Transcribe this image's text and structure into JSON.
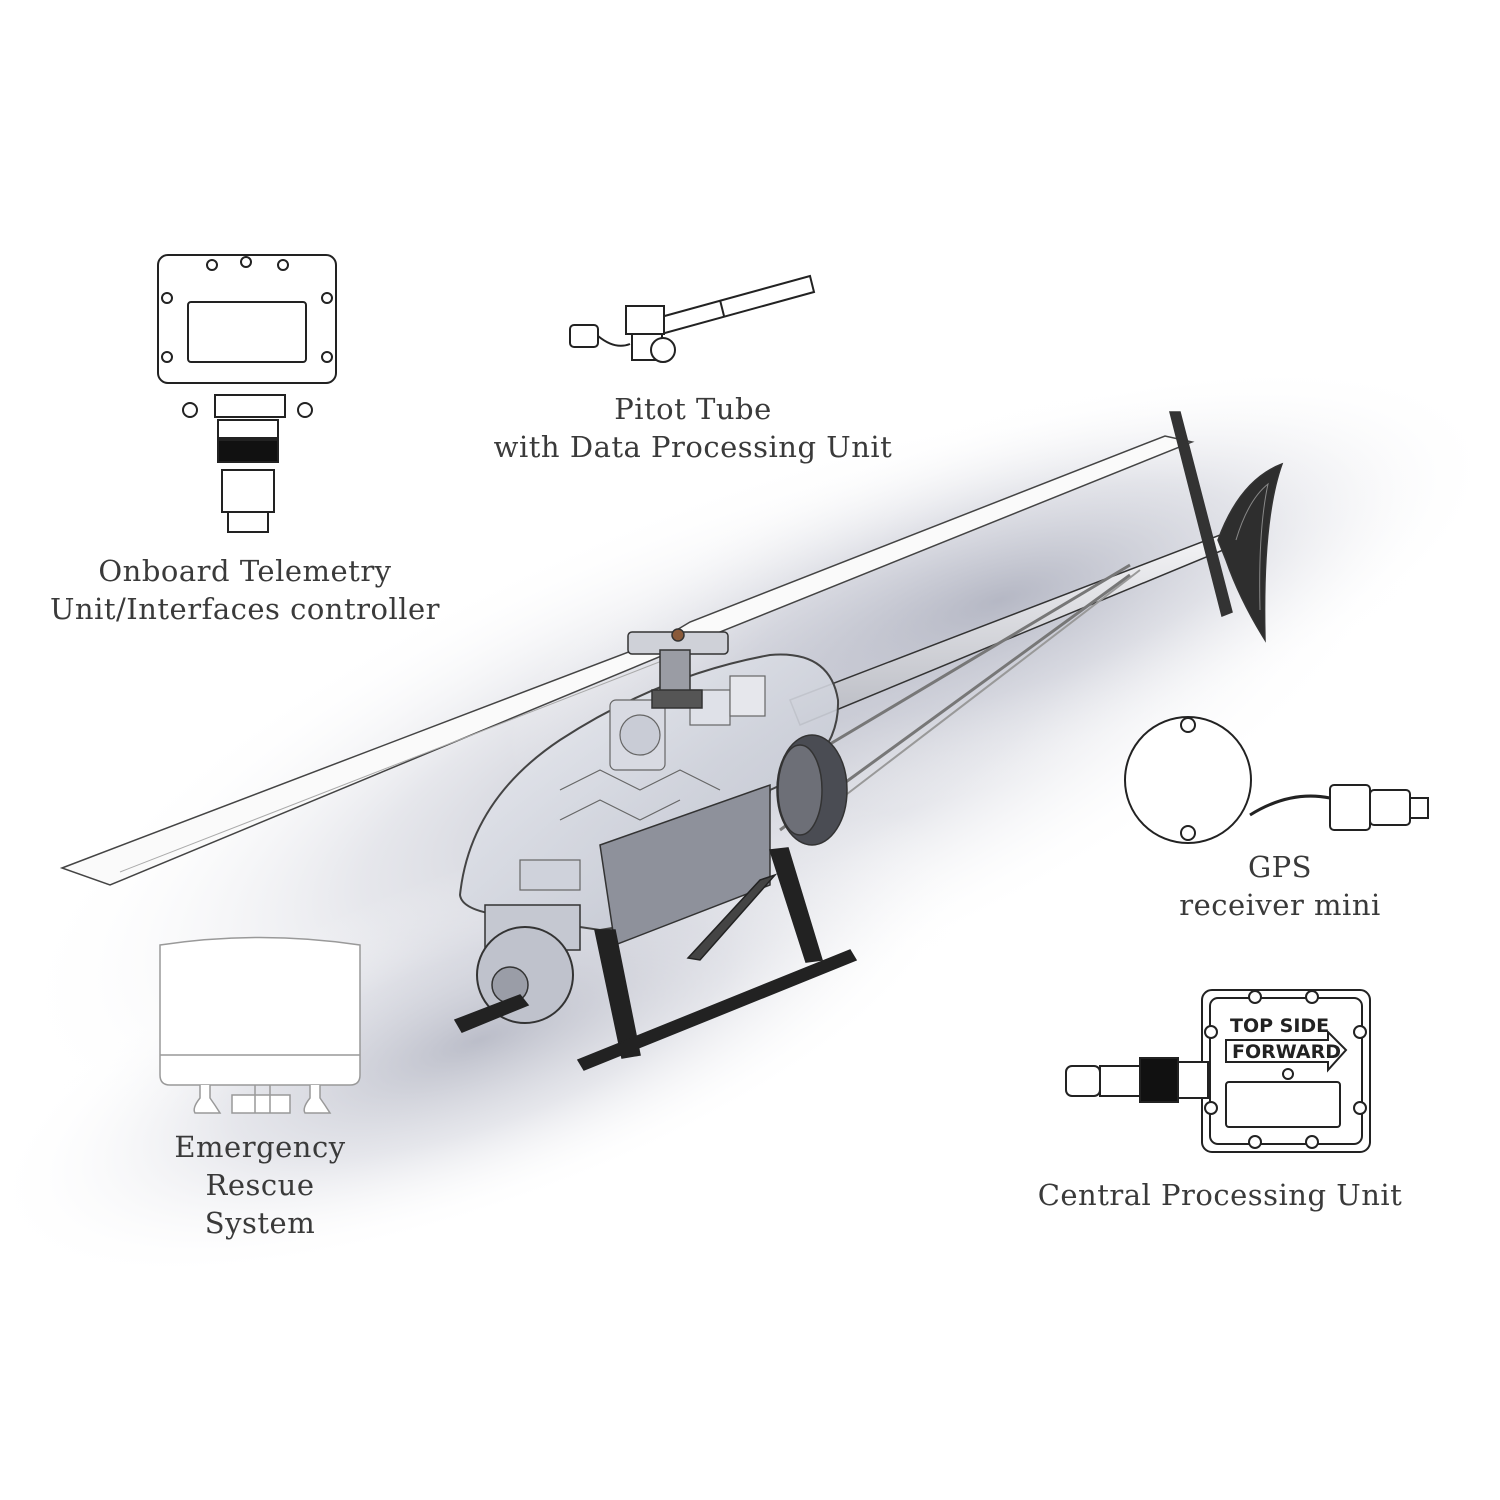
{
  "components": {
    "telemetry": {
      "lines": [
        "Onboard Telemetry",
        "Unit/Interfaces controller"
      ]
    },
    "pitot": {
      "lines": [
        "Pitot Tube",
        "with Data Processing Unit"
      ]
    },
    "gps": {
      "lines": [
        "GPS",
        "receiver mini"
      ]
    },
    "ers": {
      "lines": [
        "Emergency",
        "Rescue",
        "System"
      ]
    },
    "cpu": {
      "label": "Central Processing Unit",
      "plate_line1": "TOP SIDE",
      "plate_line2": "FORWARD"
    }
  },
  "colors": {
    "background": "#ffffff",
    "shadow": "#b9bcc9",
    "line": "#333333",
    "label_text": "#3a3a3a"
  }
}
